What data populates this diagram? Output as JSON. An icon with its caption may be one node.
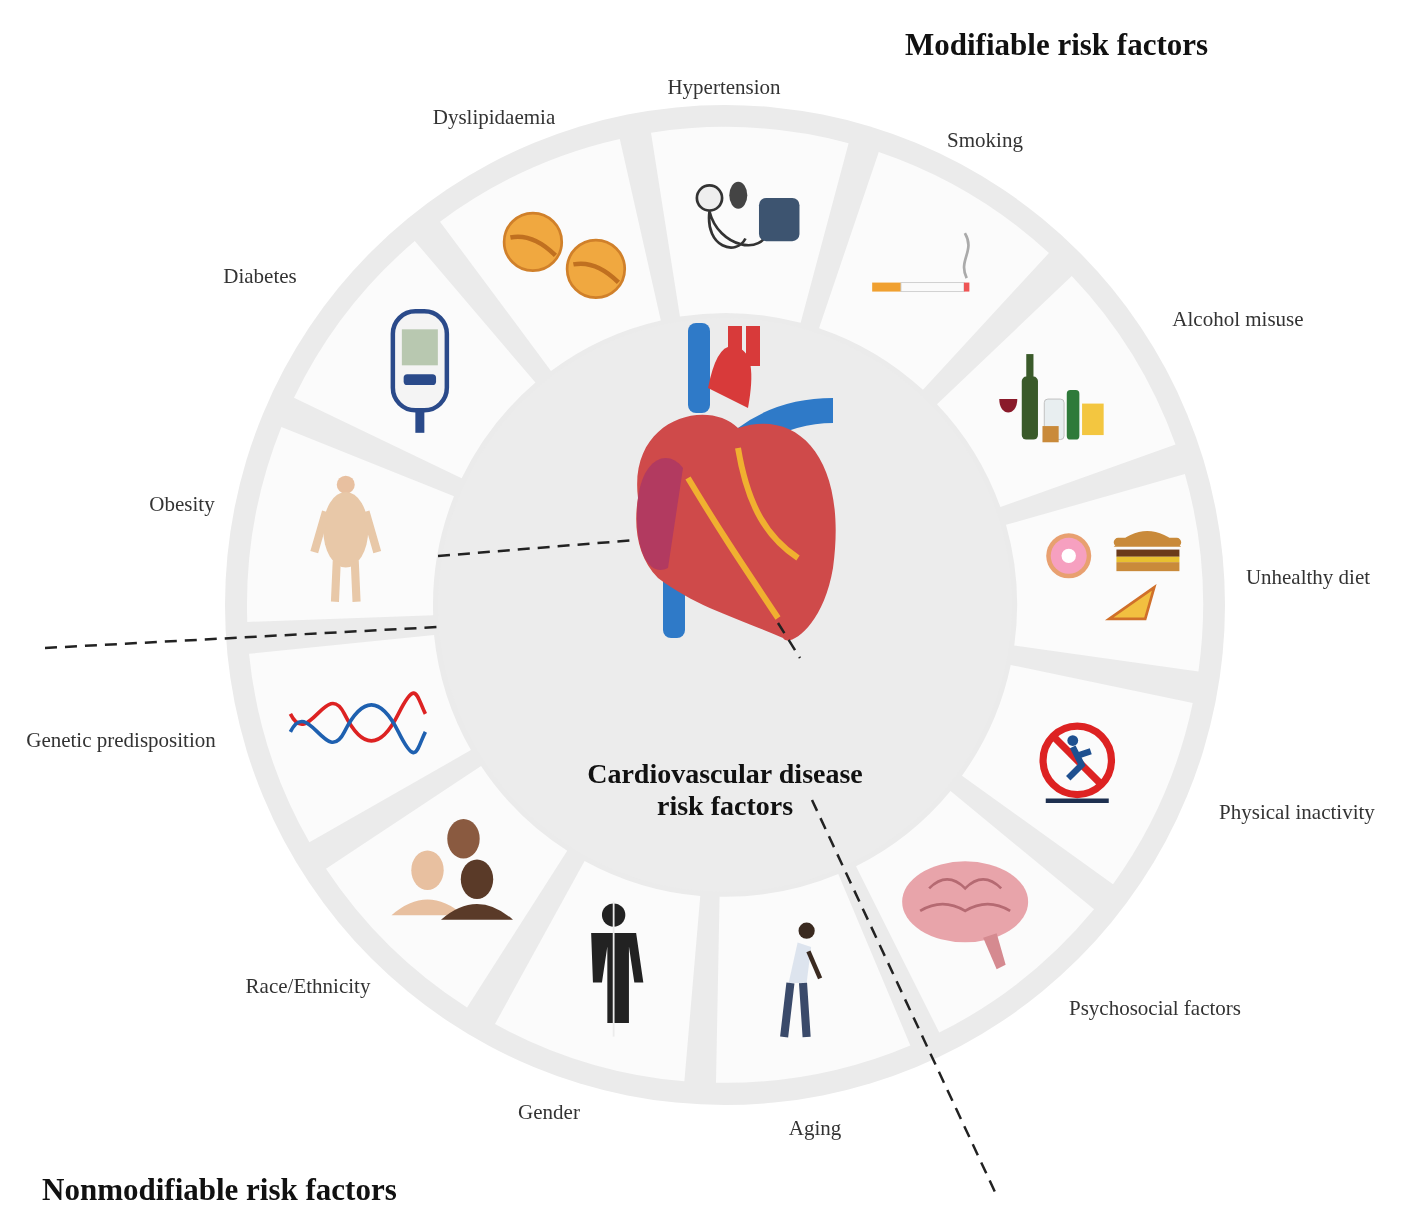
{
  "diagram": {
    "nodes": [
      {
        "text": [
          "Cardiovascular disease risk factors"
        ]
      },
      {
        "text": [
          "Hypertension"
        ]
      },
      {
        "text": [
          "Smoking"
        ]
      },
      {
        "text": [
          "Alcohol misuse"
        ]
      },
      {
        "text": [
          "Unhealthy diet"
        ]
      },
      {
        "text": [
          "Physical inactivity"
        ]
      },
      {
        "text": [
          "Psychosocial factors"
        ]
      },
      {
        "text": [
          "Aging"
        ]
      },
      {
        "text": [
          "Gender"
        ]
      },
      {
        "text": [
          "Race/Ethnicity"
        ]
      },
      {
        "text": [
          "Genetic predisposition"
        ]
      },
      {
        "text": [
          "Obesity"
        ]
      },
      {
        "text": [
          "Diabetes"
        ]
      },
      {
        "text": [
          "Dyslipidaemia"
        ]
      }
    ],
    "labels": [
      "Modifiable risk factors",
      "Nonmodifiable risk factors"
    ]
  }
}
